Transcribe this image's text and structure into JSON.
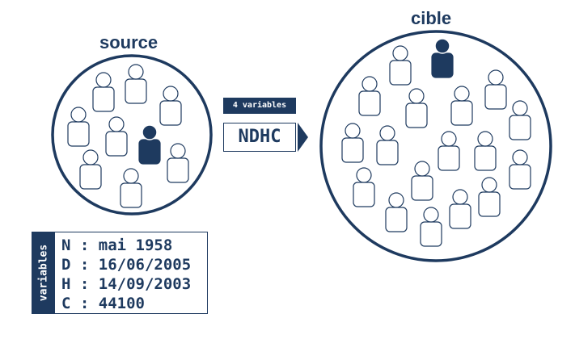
{
  "source_title": "source",
  "target_title": "cible",
  "variables_tag": "4 variables",
  "method_label": "NDHC",
  "variables_side_label": "variables",
  "variables": [
    "N : mai 1958",
    "D : 16/06/2005",
    "H : 14/09/2003",
    "C : 44100"
  ],
  "colors": {
    "accent": "#1e3a5f",
    "background": "#ffffff"
  },
  "icons": [
    "person-icon"
  ]
}
